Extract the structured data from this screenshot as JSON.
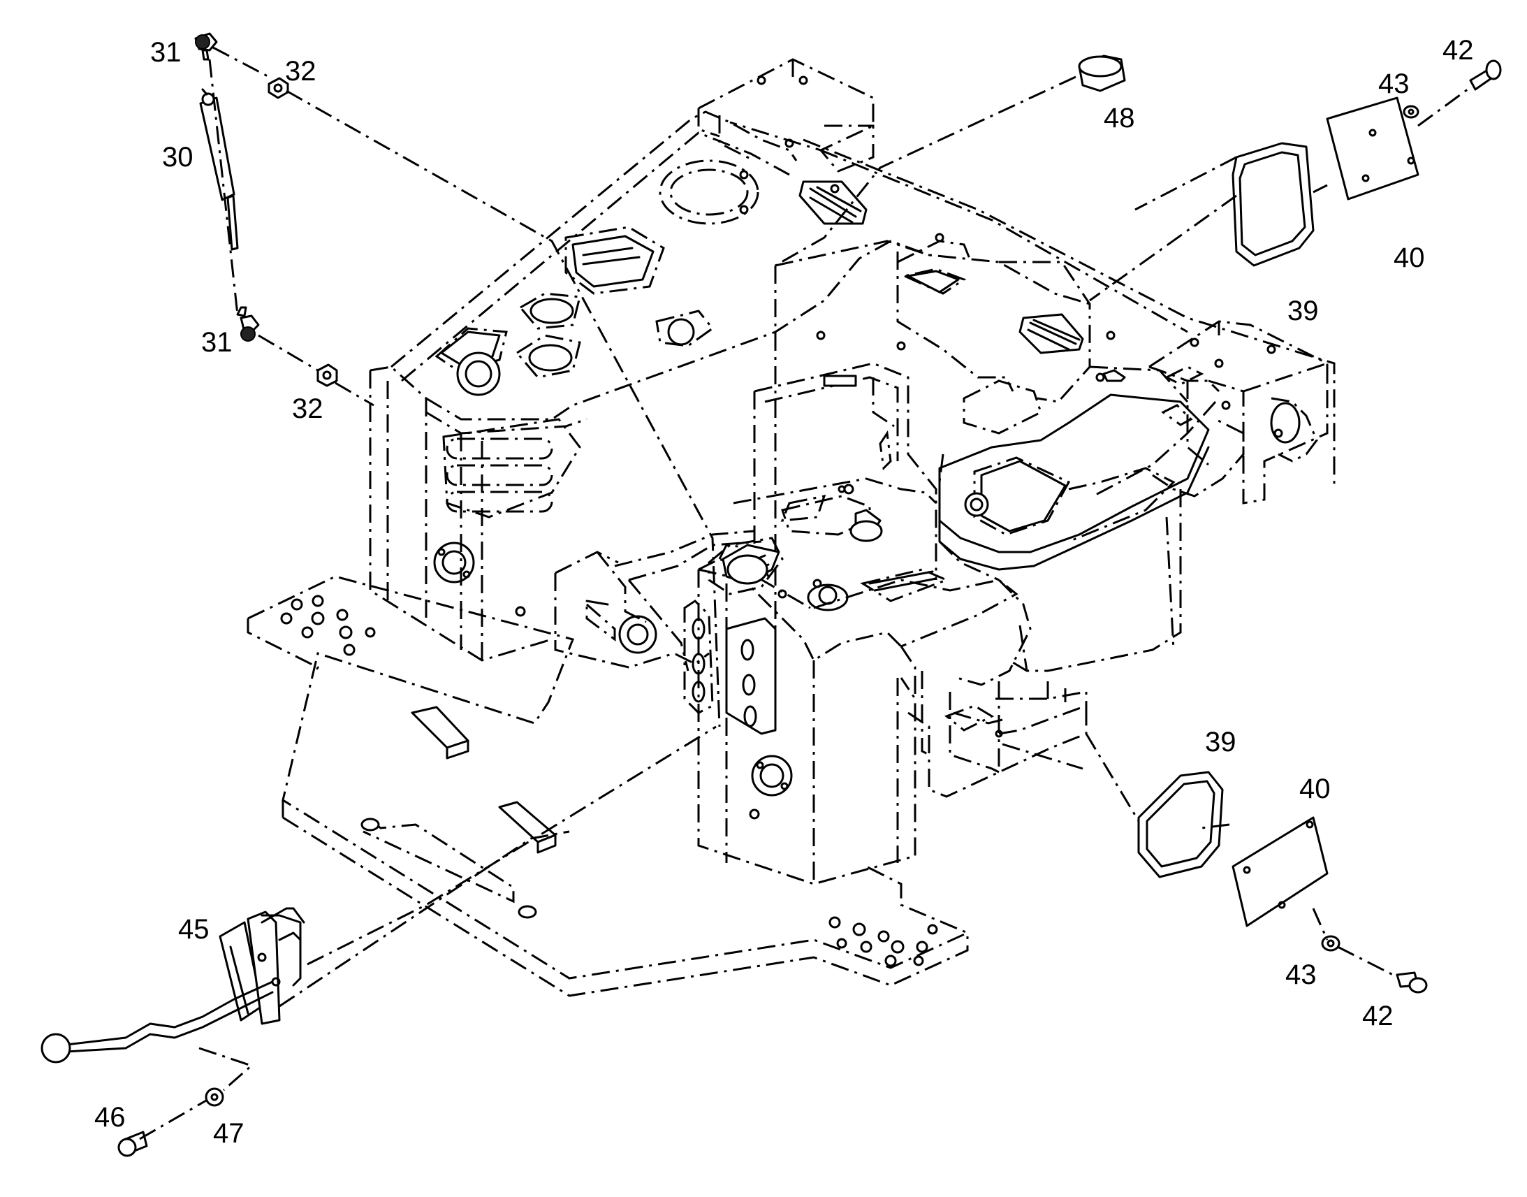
{
  "callouts": {
    "c30": "30",
    "c31a": "31",
    "c31b": "31",
    "c32a": "32",
    "c32b": "32",
    "c39a": "39",
    "c39b": "39",
    "c40a": "40",
    "c40b": "40",
    "c42a": "42",
    "c42b": "42",
    "c43a": "43",
    "c43b": "43",
    "c45": "45",
    "c46": "46",
    "c47": "47",
    "c48": "48"
  }
}
